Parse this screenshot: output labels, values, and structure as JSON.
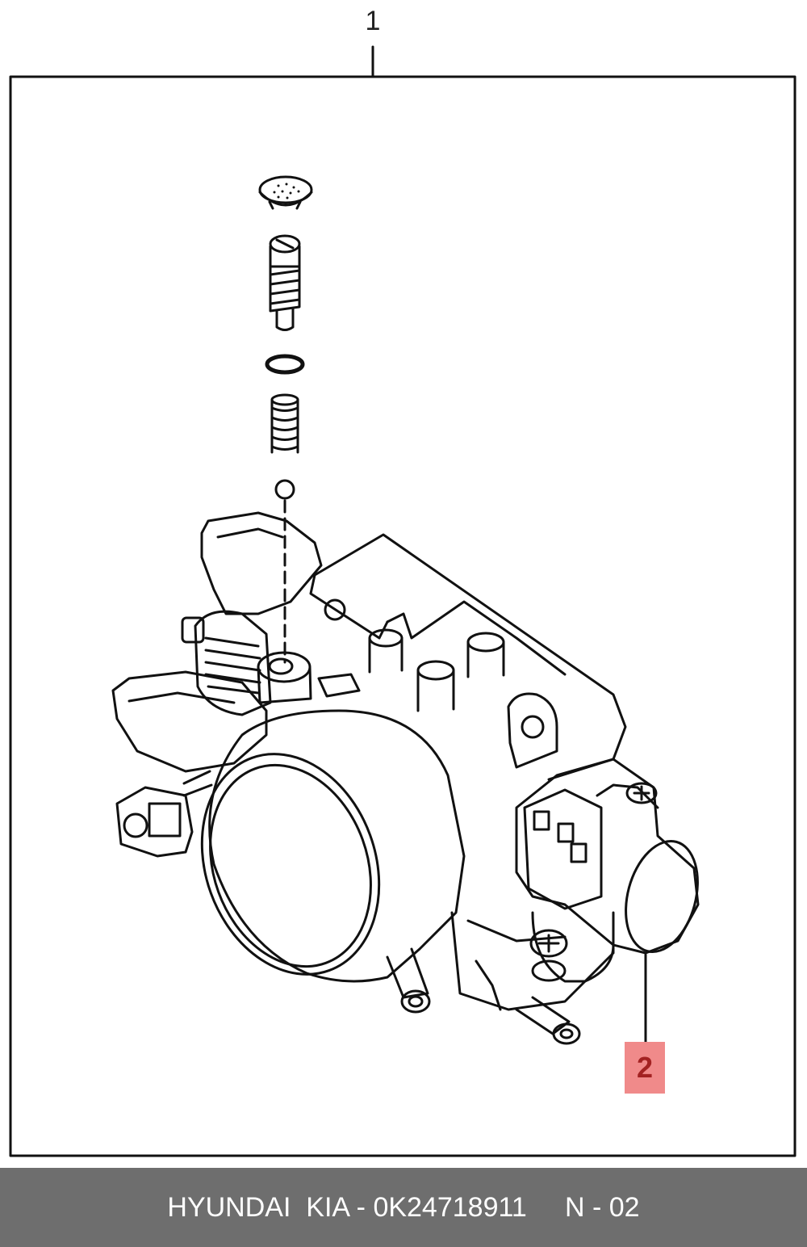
{
  "callouts": {
    "part_1": "1",
    "part_2": "2"
  },
  "footer": {
    "text": "HYUNDAI  KIA - 0K24718911     N - 02"
  },
  "colors": {
    "line": "#111111",
    "highlight_fill": "#f08a8a",
    "highlight_text": "#a32222",
    "footer_bg": "#6e6e6e",
    "footer_text": "#ffffff"
  }
}
